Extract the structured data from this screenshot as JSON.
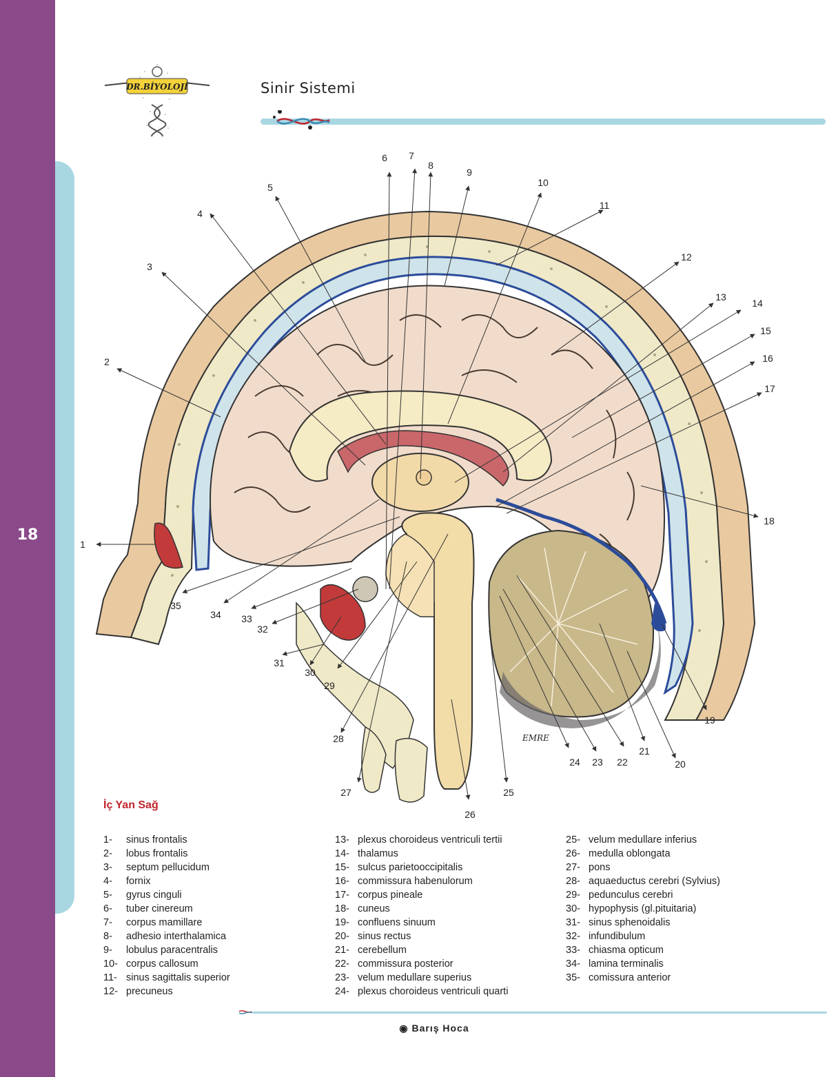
{
  "page": {
    "number": "18",
    "footer": "Barış Hoca"
  },
  "header": {
    "title": "Sinir Sistemi",
    "logo_text": "DR.BİYOLOJİ"
  },
  "figure": {
    "caption": "İç Yan Sağ",
    "signature": "EMRE",
    "callouts": [
      "1",
      "2",
      "3",
      "4",
      "5",
      "6",
      "7",
      "8",
      "9",
      "10",
      "11",
      "12",
      "13",
      "14",
      "15",
      "16",
      "17",
      "18",
      "19",
      "20",
      "21",
      "22",
      "23",
      "24",
      "25",
      "26",
      "27",
      "28",
      "29",
      "30",
      "31",
      "32",
      "33",
      "34",
      "35"
    ]
  },
  "legend": {
    "col1": [
      {
        "num": "1-",
        "text": "sinus frontalis"
      },
      {
        "num": "2-",
        "text": "lobus frontalis"
      },
      {
        "num": "3-",
        "text": "septum pellucidum"
      },
      {
        "num": "4-",
        "text": "fornix"
      },
      {
        "num": "5-",
        "text": "gyrus cinguli"
      },
      {
        "num": "6-",
        "text": "tuber cinereum"
      },
      {
        "num": "7-",
        "text": "corpus mamillare"
      },
      {
        "num": "8-",
        "text": "adhesio interthalamica"
      },
      {
        "num": "9-",
        "text": "lobulus paracentralis"
      },
      {
        "num": "10-",
        "text": "corpus callosum"
      },
      {
        "num": "11-",
        "text": "sinus sagittalis superior"
      },
      {
        "num": "12-",
        "text": "precuneus"
      }
    ],
    "col2": [
      {
        "num": "13-",
        "text": "plexus choroideus ventriculi tertii"
      },
      {
        "num": "14-",
        "text": "thalamus"
      },
      {
        "num": "15-",
        "text": "sulcus parietooccipitalis"
      },
      {
        "num": "16-",
        "text": "commissura habenulorum"
      },
      {
        "num": "17-",
        "text": "corpus pineale"
      },
      {
        "num": "18-",
        "text": "cuneus"
      },
      {
        "num": "19-",
        "text": "confluens sinuum"
      },
      {
        "num": "20-",
        "text": "sinus rectus"
      },
      {
        "num": "21-",
        "text": "cerebellum"
      },
      {
        "num": "22-",
        "text": "commissura posterior"
      },
      {
        "num": "23-",
        "text": "velum medullare superius"
      },
      {
        "num": "24-",
        "text": "plexus choroideus ventriculi quarti"
      }
    ],
    "col3": [
      {
        "num": "25-",
        "text": "velum medullare inferius"
      },
      {
        "num": "26-",
        "text": "medulla oblongata"
      },
      {
        "num": "27-",
        "text": "pons"
      },
      {
        "num": "28-",
        "text": "aquaeductus cerebri (Sylvius)"
      },
      {
        "num": "29-",
        "text": "pedunculus cerebri"
      },
      {
        "num": "30-",
        "text": "hypophysis (gl.pituitaria)"
      },
      {
        "num": "31-",
        "text": "sinus sphenoidalis"
      },
      {
        "num": "32-",
        "text": "infundibulum"
      },
      {
        "num": "33-",
        "text": "chiasma opticum"
      },
      {
        "num": "34-",
        "text": "lamina terminalis"
      },
      {
        "num": "35-",
        "text": "comissura anterior"
      }
    ]
  },
  "colors": {
    "sidebar": "#8a4a8a",
    "tab": "#a8d7e2",
    "caption": "#c0242c",
    "brain": "#f1dccb",
    "bone": "#efe9c8",
    "vessel": "#3a5aa8",
    "sinus": "#c23a3a",
    "cerebellum": "#c8b88a",
    "brainstem": "#f2dca8"
  }
}
